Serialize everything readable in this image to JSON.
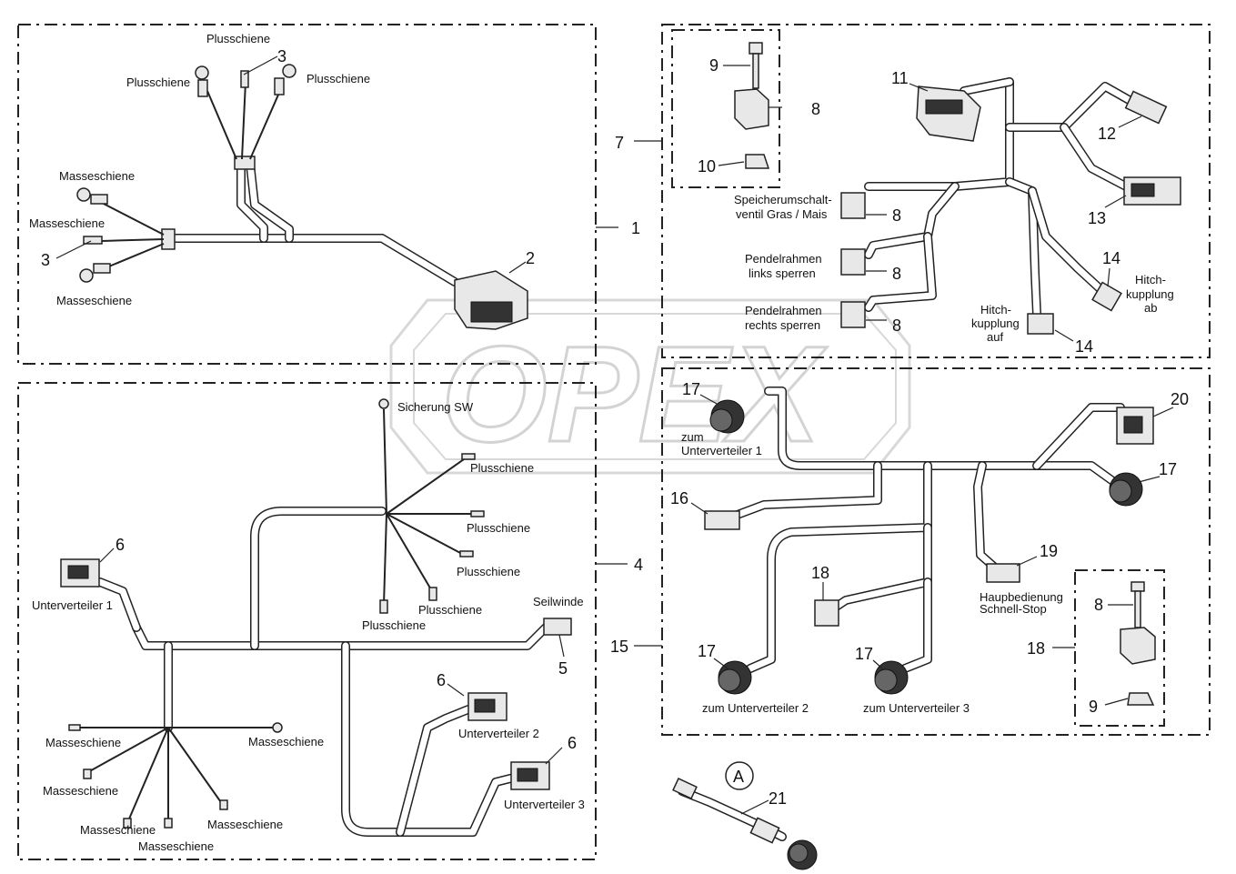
{
  "watermark": {
    "text": "OPEX"
  },
  "panel1": {
    "labels": {
      "plus_top": "Plusschiene",
      "plus_left": "Plusschiene",
      "plus_right": "Plusschiene",
      "masse_1": "Masseschiene",
      "masse_2": "Masseschiene",
      "masse_3": "Masseschiene"
    },
    "numbers": {
      "n3a": "3",
      "n3b": "3",
      "n2": "2",
      "n1": "1"
    }
  },
  "panel7": {
    "labels": {
      "speicher": [
        "Speicherumschalt-",
        "ventil Gras / Mais"
      ],
      "pendel_links": [
        "Pendelrahmen",
        "links sperren"
      ],
      "pendel_rechts": [
        "Pendelrahmen",
        "rechts sperren"
      ],
      "hitch_auf": [
        "Hitch-",
        "kupplung",
        "auf"
      ],
      "hitch_ab": [
        "Hitch-",
        "kupplung",
        "ab"
      ]
    },
    "numbers": {
      "n9": "9",
      "n8a": "8",
      "n10": "10",
      "n7": "7",
      "n11": "11",
      "n12": "12",
      "n13": "13",
      "n8b": "8",
      "n8c": "8",
      "n8d": "8",
      "n14a": "14",
      "n14b": "14"
    }
  },
  "panel4": {
    "labels": {
      "sicherung": "Sicherung SW",
      "plus_1": "Plusschiene",
      "plus_2": "Plusschiene",
      "plus_3": "Plusschiene",
      "plus_4": "Plusschiene",
      "plus_5": "Plusschiene",
      "seilwinde": "Seilwinde",
      "uv1": "Unterverteiler 1",
      "uv2": "Unterverteiler 2",
      "uv3": "Unterverteiler 3",
      "masse_a": "Masseschiene",
      "masse_b": "Masseschiene",
      "masse_c": "Masseschiene",
      "masse_d": "Masseschiene",
      "masse_e": "Masseschiene",
      "masse_f": "Masseschiene"
    },
    "numbers": {
      "n6a": "6",
      "n4": "4",
      "n5": "5",
      "n6b": "6",
      "n6c": "6"
    }
  },
  "panel15": {
    "labels": {
      "zum_uv1": [
        "zum",
        "Unterverteiler 1"
      ],
      "zum_uv2": "zum Unterverteiler 2",
      "zum_uv3": "zum Unterverteiler 3",
      "haupt": [
        "Haupbedienung",
        "Schnell-Stop"
      ]
    },
    "numbers": {
      "n17a": "17",
      "n20": "20",
      "n17b": "17",
      "n16": "16",
      "n19": "19",
      "n18a": "18",
      "n17c": "17",
      "n17d": "17",
      "n15": "15",
      "n8": "8",
      "n18b": "18",
      "n9": "9"
    }
  },
  "detailA": {
    "marker": "A",
    "number": "21"
  }
}
